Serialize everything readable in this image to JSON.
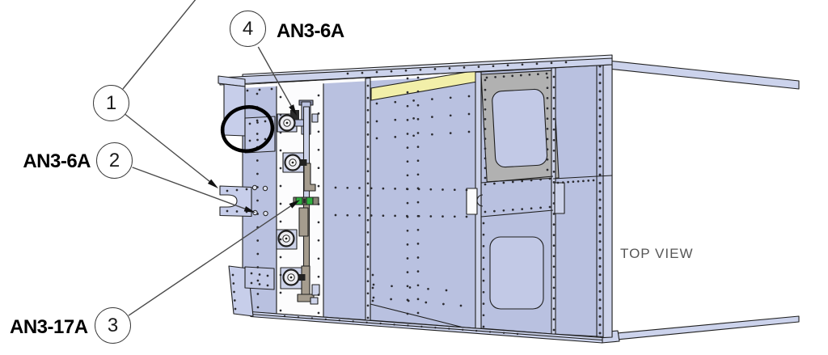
{
  "drawing": {
    "view_label": "TOP VIEW",
    "callouts": [
      {
        "number": "1",
        "label": ""
      },
      {
        "number": "2",
        "label": "AN3-6A"
      },
      {
        "number": "3",
        "label": "AN3-17A"
      },
      {
        "number": "4",
        "label": "AN3-6A"
      }
    ],
    "colors": {
      "panel_blue": "#b9c1e0",
      "flange_blue": "#c7ceea",
      "cap_blue": "#ccd3ec",
      "cap_far": "#dfe4f4",
      "rail_blue": "#cdd3ea",
      "cutout_blue": "#c2c9e6",
      "gray_panel": "#b1b1b1",
      "yellow_highlight": "#f2efa9",
      "green_part": "#2fae3e",
      "tan_part": "#a59c8e",
      "white_strip": "#fcfcfd",
      "outline": "#1f1f1f",
      "rivet": "#2b2b30",
      "leader": "#4a4a4a",
      "label": "#000000",
      "view_label": "#565656"
    }
  }
}
